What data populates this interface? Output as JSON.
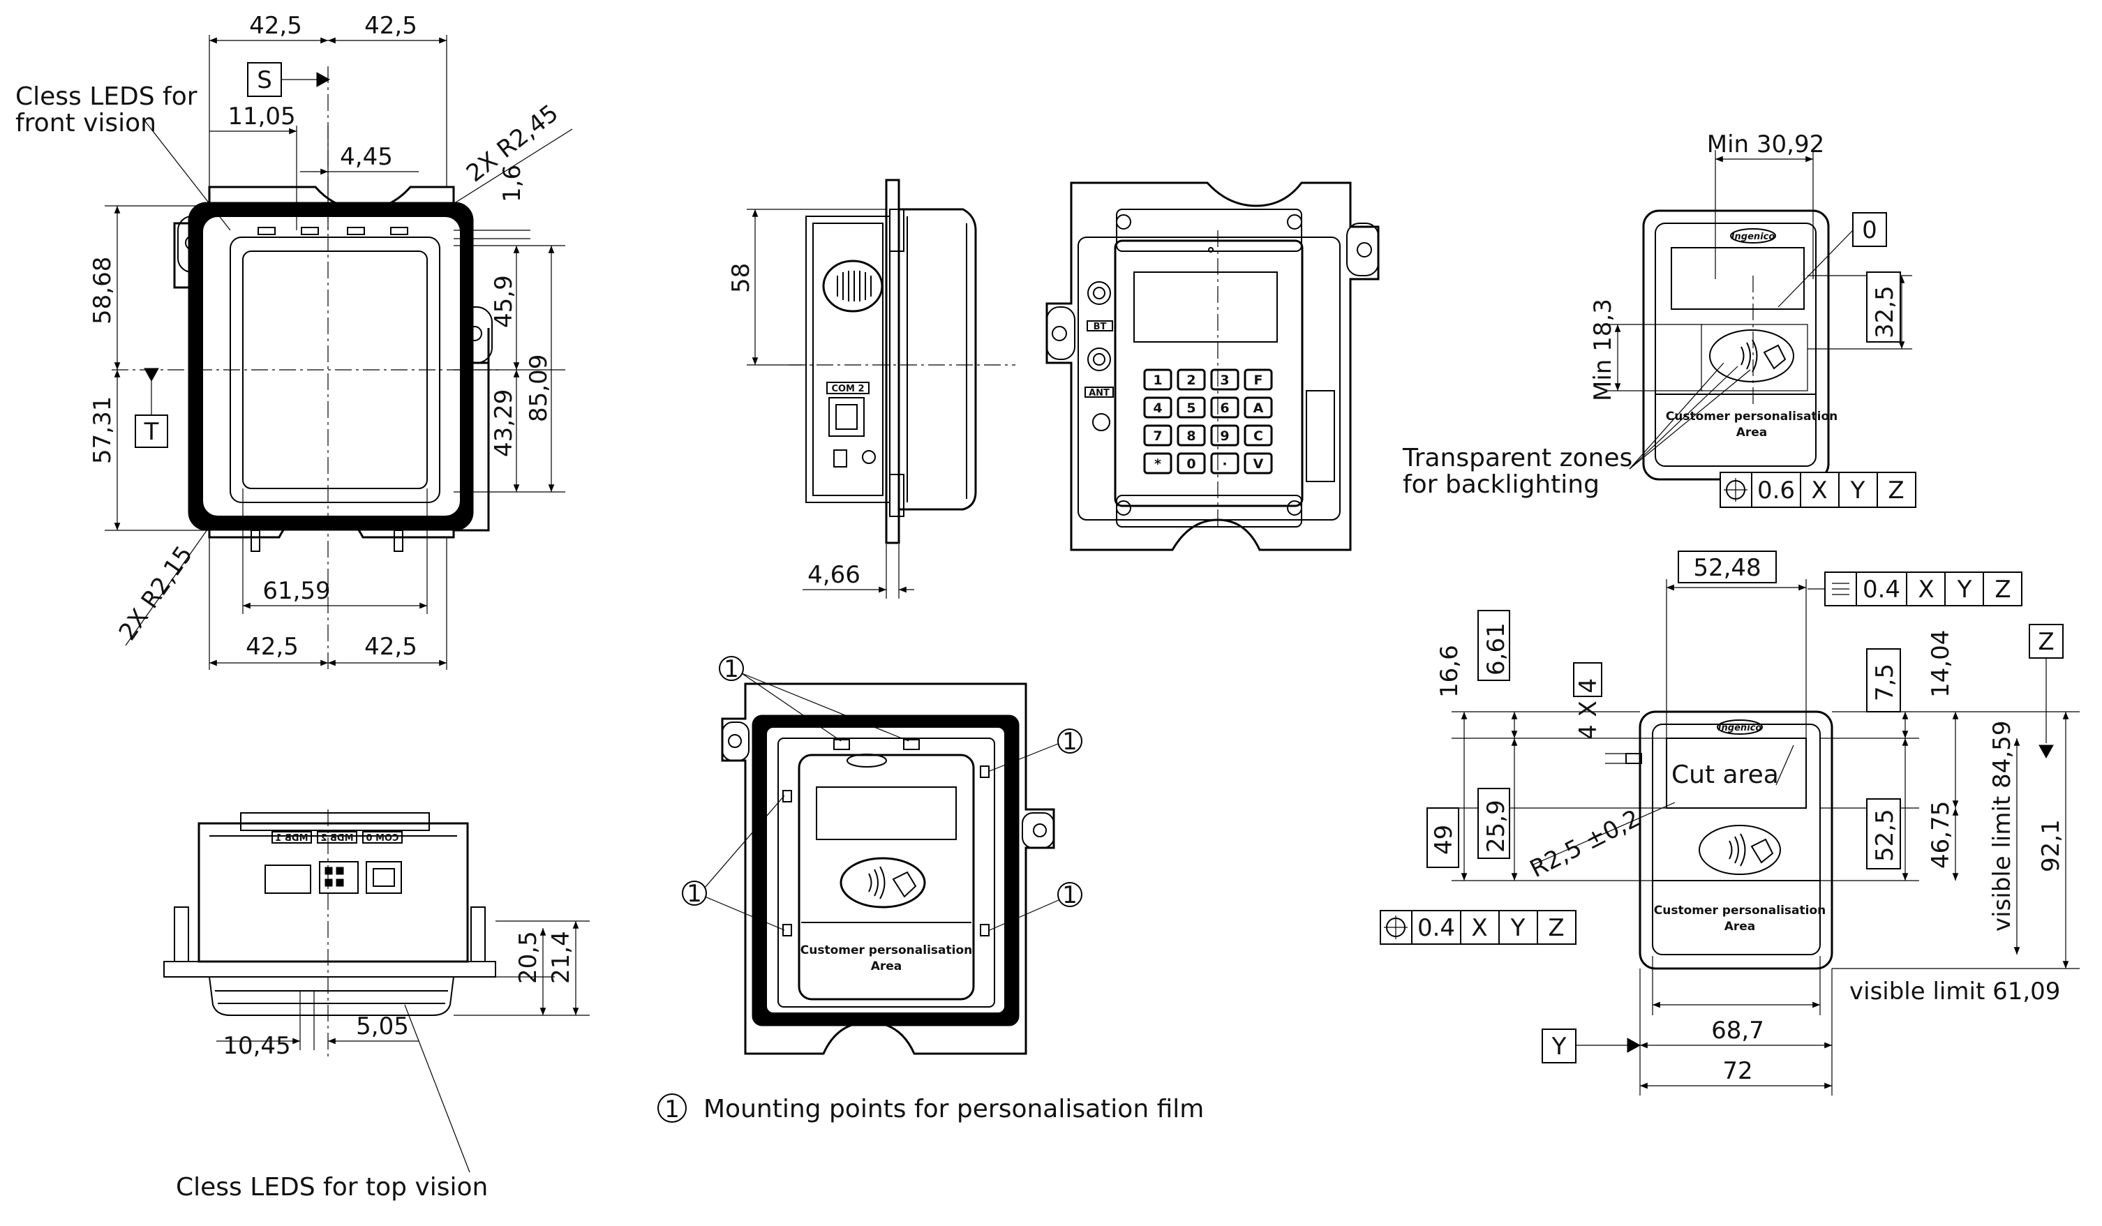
{
  "front_view": {
    "dims": {
      "top_left": "42,5",
      "top_right": "42,5",
      "led_span": "11,05",
      "led_gap": "4,45",
      "corner_radius": "2X R2,45",
      "right_small": "1,6",
      "upper_left": "58,68",
      "lower_left": "57,31",
      "right_mid": "45,9",
      "right_lower": "43,29",
      "right_total": "85,09",
      "bottom_inner": "61,59",
      "corner_radius_bottom": "2X R2,15",
      "bottom_left": "42,5",
      "bottom_right": "42,5"
    },
    "datum_s": "S",
    "datum_t": "T",
    "label_leds_front": [
      "Cless LEDS for",
      "front vision"
    ]
  },
  "side_view": {
    "dims": {
      "height": "58",
      "flange": "4,66"
    },
    "com2_label": "COM 2"
  },
  "keypad_view": {
    "keys": [
      "1",
      "2",
      "3",
      "F",
      "4",
      "5",
      "6",
      "A",
      "7",
      "8",
      "9",
      "C",
      "*",
      "0",
      "·",
      "V"
    ],
    "ant_label": "ANT",
    "bt_label": "BT"
  },
  "top_view": {
    "connector_labels": [
      "COM 0",
      "MDB 2",
      "MDB 1"
    ],
    "dims": {
      "h1": "20,5",
      "h2": "21,4",
      "w1": "10,45",
      "w2": "5,05"
    },
    "label_leds_top": "Cless LEDS for top vision"
  },
  "film_view": {
    "mount_marker": "1",
    "area_text": [
      "Customer personalisation",
      "Area"
    ],
    "legend_number": "1",
    "legend_text": "Mounting points for personalisation film"
  },
  "backlight_view": {
    "dims": {
      "min_width": "Min 30,92",
      "height": "32,5",
      "min_height": "Min 18,3"
    },
    "datum_box": "0",
    "tolerance": {
      "value": "0.6",
      "refs": [
        "X",
        "Y",
        "Z"
      ]
    },
    "label": [
      "Transparent zones",
      "for backlighting"
    ],
    "logo": "Ingenico",
    "area_text": [
      "Customer personalisation",
      "Area"
    ]
  },
  "cut_view": {
    "dims": {
      "d52_48": "52,48",
      "d16_6": "16,6",
      "d6_61": "6,61",
      "holes": "4 X 4",
      "d7_5": "7,5",
      "d14_04": "14,04",
      "d25_9": "25,9",
      "d49": "49",
      "radius": "R2,5 ±0,2",
      "d52_5": "52,5",
      "d46_75": "46,75",
      "visible_height": "visible limit 84,59",
      "d92_1": "92,1",
      "visible_width": "visible limit 61,09",
      "d68_7": "68,7",
      "d72": "72"
    },
    "flatness": {
      "value": "0.4",
      "refs": [
        "X",
        "Y",
        "Z"
      ]
    },
    "position": {
      "value": "0.4",
      "refs": [
        "X",
        "Y",
        "Z"
      ]
    },
    "datum_z": "Z",
    "datum_y": "Y",
    "cut_label": "Cut area",
    "logo": "Ingenico",
    "area_text": [
      "Customer personalisation",
      "Area"
    ]
  }
}
